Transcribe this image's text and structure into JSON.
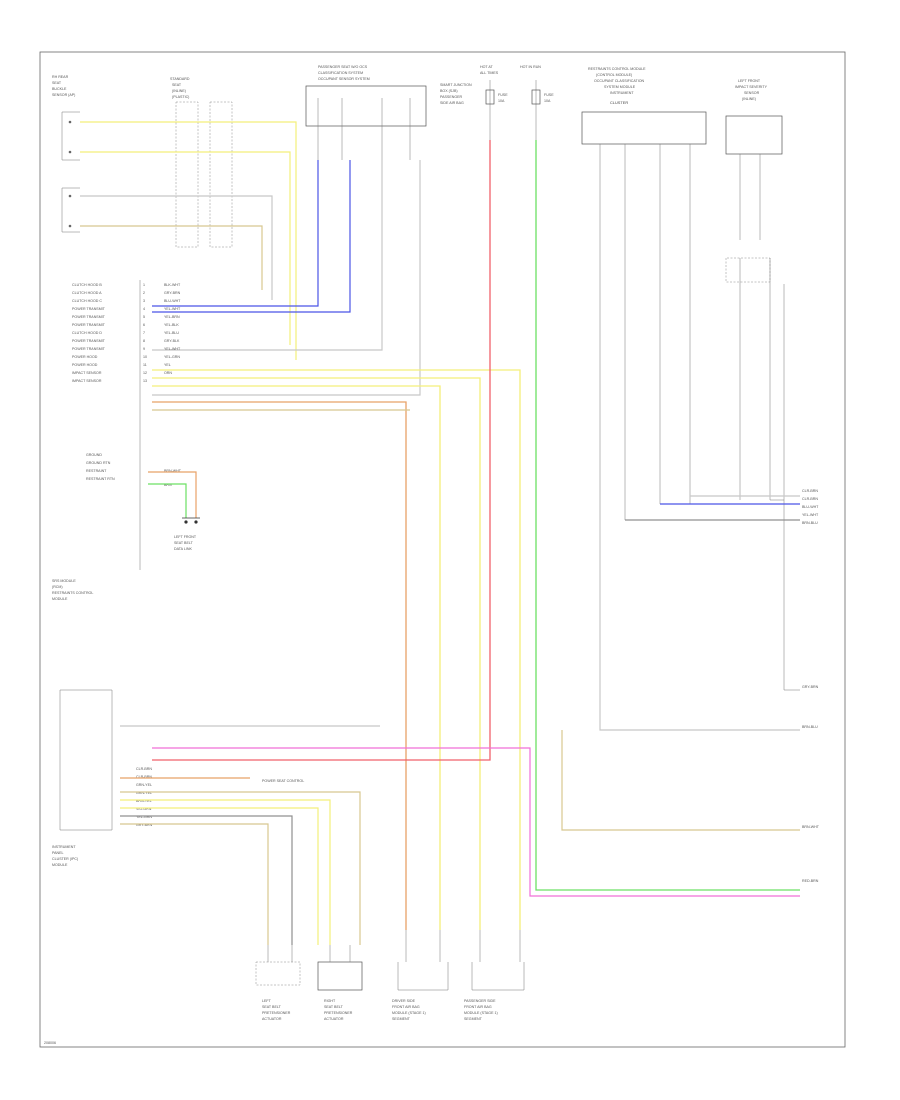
{
  "diagram": {
    "footer_id": "208006",
    "colors": {
      "yellow": "#f4ef7a",
      "orange": "#e8a268",
      "blue": "#4b55e6",
      "pink": "#f16fd8",
      "red": "#f0606a",
      "green": "#6ce063",
      "tan": "#d8c890",
      "gray": "#909090",
      "light_gray": "#c8c8c8",
      "black": "#333333"
    },
    "top_labels": {
      "seat_sensor": [
        "RH REAR",
        "SEAT",
        "BUCKLE",
        "SENSOR (AP)"
      ],
      "module_top_left": [
        "STANDARD",
        "SEAT",
        "(INLINE)",
        "(PLASTIC)"
      ],
      "module_top_center": [
        "PASSENGER SEAT W/O OCS",
        "CLASSIFICATION SYSTEM",
        "OCCUPANT SENSOR SYSTEM"
      ],
      "fuse_block": [
        "HOT AT",
        "ALL TIMES",
        "HOT IN RUN"
      ],
      "fuse_a": [
        "FUSE",
        "10A"
      ],
      "fuse_b": [
        "FUSE",
        "10A"
      ],
      "ac_labels": [
        "SMART JUNCTION",
        "BOX (SJB)",
        "PASSENGER",
        "SIDE AIR BAG"
      ],
      "restraint_module": [
        "RESTRAINTS CONTROL MODULE",
        "(CONTROL MODULE)",
        "OCCUPANT CLASSIFICATION",
        "SYSTEM MODULE",
        "INSTRUMENT",
        "CLUSTER"
      ],
      "left_module": [
        "LEFT FRONT",
        "IMPACT SEVERITY",
        "SENSOR",
        "(INLINE)"
      ]
    },
    "rcm_pins_left": [
      "CLUTCH HOOD B",
      "CLUTCH HOOD A",
      "CLUTCH HOOD C",
      "POWER TRANSMIT",
      "POWER TRANSMIT",
      "POWER TRANSMIT",
      "CLUTCH HOOD D",
      "POWER TRANSMIT",
      "POWER TRANSMIT",
      "POWER HOOD",
      "POWER HOOD",
      "IMPACT SENSOR",
      "IMPACT SENSOR"
    ],
    "rcm_wires": [
      "BLK-WHT",
      "GRY-BRN",
      "BLU-WHT",
      "YEL-WHT",
      "YEL-BRN",
      "YEL-BLK",
      "YEL-BLU",
      "GRY-BLK",
      "YEL-WHT",
      "YEL-GRN",
      "YEL",
      "ORN"
    ],
    "rcm_lower_pins": [
      "GROUND",
      "GROUND RTN",
      "RESTRAINT",
      "RESTRAINT RTN"
    ],
    "rcm_lower_wires": [
      "BRN-WHT",
      "BRN"
    ],
    "rcm_caption": [
      "SRS MODULE",
      "(RCM)",
      "RESTRAINTS CONTROL",
      "MODULE"
    ],
    "ground_caption": [
      "LEFT FRONT",
      "SEAT BELT",
      "DATA LINK"
    ],
    "lower_module_caption": [
      "INSTRUMENT",
      "PANEL",
      "CLUSTER (IPC)",
      "MODULE"
    ],
    "lower_pins": [
      "CLR-BRN",
      "CLR-BRN",
      "GRN-YEL",
      "GRN-YEL",
      "BRN-YEL",
      "VIO-GRN",
      "YEL-GRN",
      "GRY-BRN"
    ],
    "lower_note": "POWER SEAT CONTROL",
    "right_wires": [
      "CLR-BRN",
      "CLR-BRN",
      "BLU-WHT",
      "YEL-WHT",
      "BRN-BLU",
      "GRY-BRN",
      "BRN-BLU",
      "BRN-WHT",
      "RED-BRN"
    ],
    "bottom_captions": {
      "c1": [
        "LEFT",
        "SEAT BELT",
        "PRETENSIONER",
        "ACTUATOR"
      ],
      "c2": [
        "RIGHT",
        "SEAT BELT",
        "PRETENSIONER",
        "ACTUATOR"
      ],
      "c3": [
        "DRIVER SIDE",
        "FRONT AIR BAG",
        "MODULE (STAGE 1)",
        "SEGMENT"
      ],
      "c4": [
        "PASSENGER SIDE",
        "FRONT AIR BAG",
        "MODULE (STAGE 1)",
        "SEGMENT"
      ]
    }
  }
}
